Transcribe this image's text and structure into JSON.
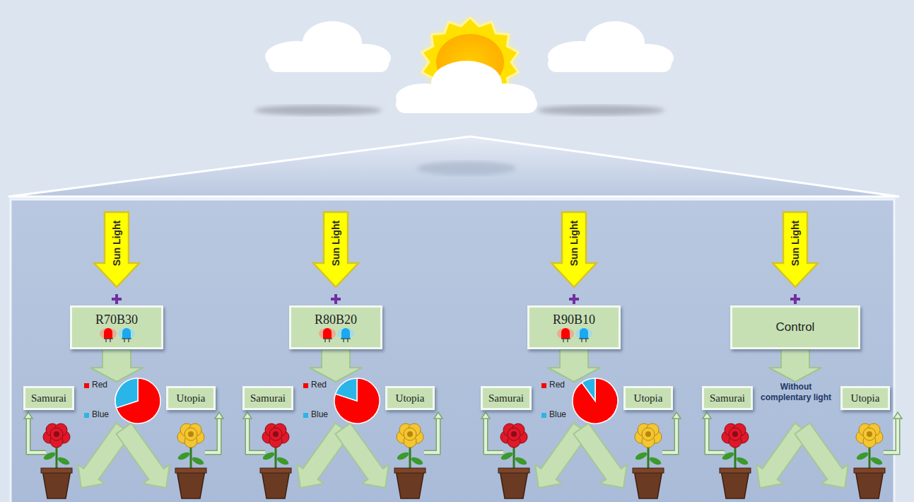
{
  "diagram": {
    "nodes": [
      {
        "text": [
          "Sun Light"
        ]
      },
      {
        "text": [
          "R70B30"
        ]
      },
      {
        "text": [
          "Samurai"
        ]
      },
      {
        "text": [
          "Utopia"
        ]
      },
      {
        "text": [
          "Sun Light"
        ]
      },
      {
        "text": [
          "R80B20"
        ]
      },
      {
        "text": [
          "Samurai"
        ]
      },
      {
        "text": [
          "Utopia"
        ]
      },
      {
        "text": [
          "Sun Light"
        ]
      },
      {
        "text": [
          "R90B10"
        ]
      },
      {
        "text": [
          "Samurai"
        ]
      },
      {
        "text": [
          "Utopia"
        ]
      },
      {
        "text": [
          "Sun Light"
        ]
      },
      {
        "text": [
          "Control"
        ]
      },
      {
        "text": [
          "Samurai"
        ]
      },
      {
        "text": [
          "Utopia"
        ]
      }
    ],
    "labels": [
      "Without complentary light"
    ],
    "legend": [
      {
        "text": "Red",
        "color": "#ff0000"
      },
      {
        "text": "Blue",
        "color": "#2ab5e8"
      },
      {
        "text": "Red",
        "color": "#ff0000"
      },
      {
        "text": "Blue",
        "color": "#2ab5e8"
      },
      {
        "text": "Red",
        "color": "#ff0000"
      },
      {
        "text": "Blue",
        "color": "#2ab5e8"
      }
    ]
  }
}
